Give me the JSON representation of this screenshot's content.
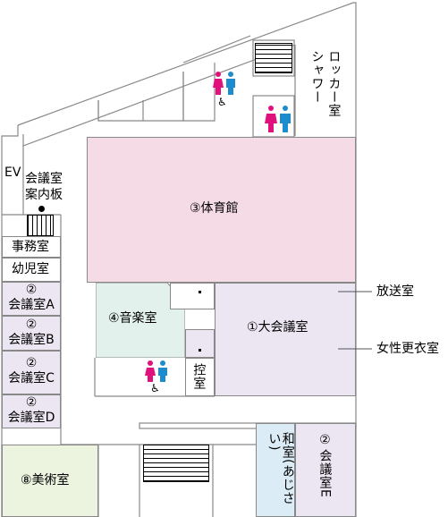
{
  "rooms": {
    "gym": "③体育館",
    "music": "④音楽室",
    "grand_hall": "①大会議室",
    "control": "控室",
    "art": "⑧美術室",
    "washitsu": "和室(あじさい)",
    "room_e_num": "②",
    "room_e_name": "会議室E",
    "locker": "ロッカー室",
    "shower": "シャワー",
    "ev": "EV",
    "info_line1": "会議室",
    "info_line2": "案内板",
    "office": "事務室",
    "kids": "幼児室",
    "room_a_num": "②",
    "room_a_name": "会議室A",
    "room_b_num": "②",
    "room_b_name": "会議室B",
    "room_c_num": "②",
    "room_c_name": "会議室C",
    "room_d_num": "②",
    "room_d_name": "会議室D"
  },
  "callouts": {
    "broadcast": "放送室",
    "women_changing": "女性更衣室"
  },
  "colors": {
    "gym": "#f5dbe6",
    "purple_rooms": "#ece6f2",
    "music": "#e2f1ec",
    "art": "#ecf3df",
    "washitsu": "#dcecf6",
    "female_icon": "#e0117d",
    "male_icon": "#1d8ccf",
    "wall": "#888888"
  },
  "icons": [
    "restroom-icon",
    "wheelchair-icon",
    "elevator",
    "stairs",
    "info-board-dot"
  ]
}
